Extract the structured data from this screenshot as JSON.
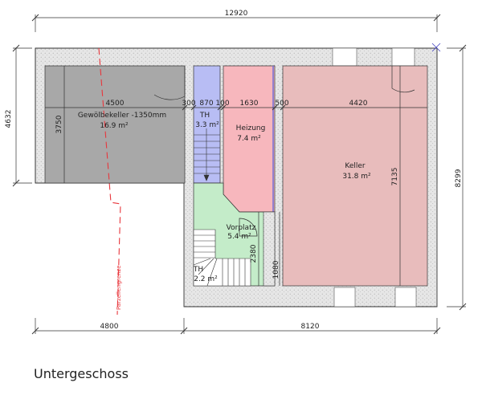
{
  "plan_title": "Untergeschoss",
  "dimensions": {
    "top_total": "12920",
    "left_total": "4632",
    "right_total": "8299",
    "bottom_left": "4800",
    "bottom_right": "8120",
    "inner_4500": "4500",
    "inner_300": "300",
    "inner_870": "870",
    "inner_100": "100",
    "inner_1630": "1630",
    "inner_500": "500",
    "inner_4420": "4420",
    "inner_3750": "3750",
    "inner_7135": "7135",
    "inner_2380": "2380",
    "inner_1080": "1080"
  },
  "rooms": {
    "gewoelbe": {
      "name": "Gewölbekeller -1350mm",
      "area": "16.9 m²"
    },
    "th_top": {
      "name": "TH",
      "area": "3.3 m²"
    },
    "heizung": {
      "name": "Heizung",
      "area": "7.4 m²"
    },
    "keller": {
      "name": "Keller",
      "area": "31.8 m²"
    },
    "vorplatz": {
      "name": "Vorplatz",
      "area": "5.4 m²"
    },
    "th_bottom": {
      "name": "TH",
      "area": "2.2 m²"
    }
  },
  "parcel_line_label": "Parzellengrenze",
  "colors": {
    "wall_fill": "#e4e4e4",
    "gewoelbe": "#a8a8a8",
    "treppenhaus": "#b8bdf4",
    "heizung": "#f7b7bd",
    "keller": "#e8bcbc",
    "vorplatz": "#c4ecc9",
    "parcel_line": "#e8363c"
  }
}
